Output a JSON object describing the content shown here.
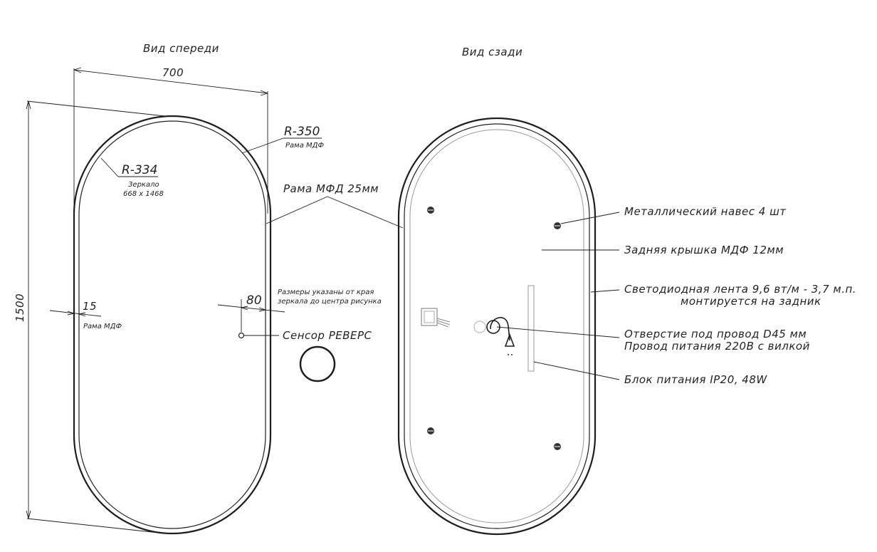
{
  "front": {
    "title": "Вид спереди",
    "width_dim": "700",
    "height_dim": "1500",
    "r_outer": "R-350",
    "r_outer_note": "Рама МДФ",
    "r_inner": "R-334",
    "mirror_note_1": "Зеркало",
    "mirror_note_2": "668 х 1468",
    "frame_label": "Рама МФД 25мм",
    "frame_dim": "15",
    "frame_dim_note": "Рама МДФ",
    "sensor_dim": "80",
    "dims_note_1": "Размеры указаны от края",
    "dims_note_2": "зеркала до центра рисунка",
    "sensor_label": "Сенсор РЕВЕРС"
  },
  "back": {
    "title": "Вид сзади",
    "hanger_label": "Металлический навес 4 шт",
    "cover_label": "Задняя крышка МДФ 12мм",
    "led_label_1": "Светодиодная лента 9,6 вт/м - 3,7 м.п.",
    "led_label_2": "монтируется на задник",
    "hole_label_1": "Отверстие под провод D45 мм",
    "hole_label_2": "Провод питания 220В с вилкой",
    "psu_label": "Блок питания IP20, 48W"
  },
  "colors": {
    "line": "#1e1e1e",
    "light_line": "#9a9a9a",
    "background": "#ffffff"
  }
}
